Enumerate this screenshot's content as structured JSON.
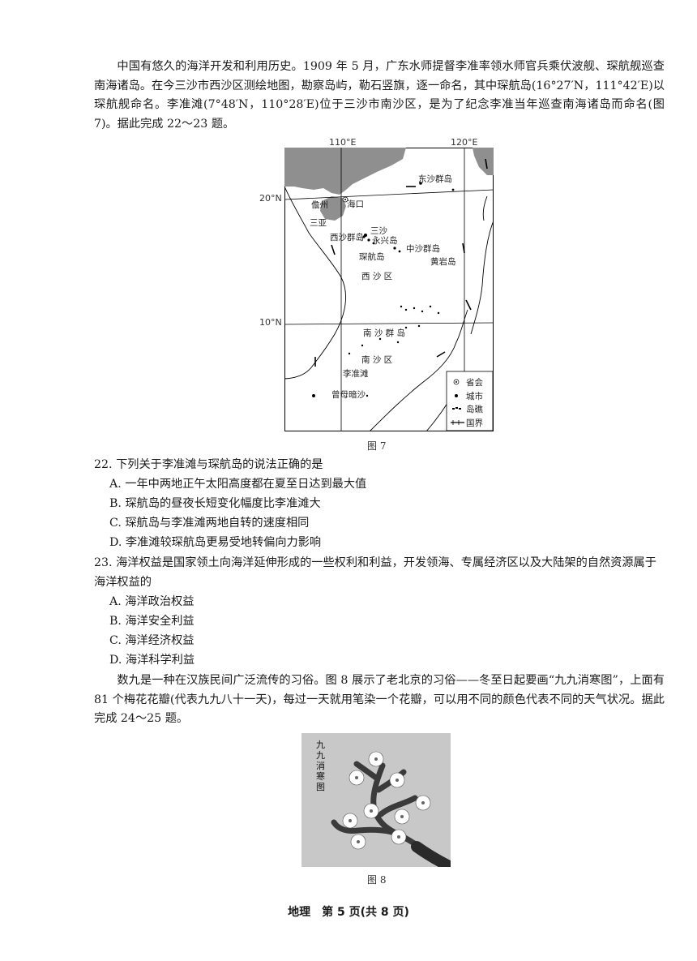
{
  "intro1": "中国有悠久的海洋开发和利用历史。1909 年 5 月，广东水师提督李准率领水师官兵乘伏波舰、琛航舰巡查南海诸岛。在今三沙市西沙区测绘地图，勘察岛屿，勒石竖旗，逐一命名，其中琛航岛(16°27′N，111°42′E)以琛航舰命名。李准滩(7°48′N，110°28′E)位于三沙市南沙区，是为了纪念李准当年巡查南海诸岛而命名(图 7)。据此完成 22～23 题。",
  "map": {
    "lon_labels": [
      "110°E",
      "120°E"
    ],
    "lat_labels": [
      "20°N",
      "10°N"
    ],
    "place_labels": {
      "dongsha": "东沙群岛",
      "danzhou": "儋州",
      "haikou": "海口",
      "sanya": "三亚",
      "sansha": "三沙",
      "yongxing": "永兴岛",
      "xisha_qundao": "西沙群岛",
      "zhongsha": "中沙群岛",
      "chenhang": "琛航岛",
      "huangyan": "黄岩岛",
      "xisha_qu": "西 沙 区",
      "nansha_qundao": "南 沙 群 岛",
      "nansha_qu": "南 沙 区",
      "lizhun": "李准滩",
      "zengmu": "曾母暗沙"
    },
    "legend": [
      "省会",
      "城市",
      "岛礁",
      "国界"
    ],
    "caption": "图 7"
  },
  "q22": {
    "stem": "22. 下列关于李准滩与琛航岛的说法正确的是",
    "options": [
      "A. 一年中两地正午太阳高度都在夏至日达到最大值",
      "B. 琛航岛的昼夜长短变化幅度比李准滩大",
      "C. 琛航岛与李准滩两地自转的速度相同",
      "D. 李准滩较琛航岛更易受地转偏向力影响"
    ]
  },
  "q23": {
    "stem": "23. 海洋权益是国家领土向海洋延伸形成的一些权利和利益，开发领海、专属经济区以及大陆架的自然资源属于海洋权益的",
    "options": [
      "A. 海洋政治权益",
      "B. 海洋安全利益",
      "C. 海洋经济权益",
      "D. 海洋科学利益"
    ]
  },
  "intro2": "数九是一种在汉族民间广泛流传的习俗。图 8 展示了老北京的习俗——冬至日起要画“九九消寒图”，上面有 81 个梅花花瓣(代表九九八十一天)，每过一天就用笔染一个花瓣，可以用不同的颜色代表不同的天气状况。据此完成 24～25 题。",
  "plum": {
    "vertical_text": [
      "九",
      "九",
      "消",
      "寒",
      "图"
    ],
    "caption": "图 8"
  },
  "footer": "地理　第 5 页(共 8 页)"
}
